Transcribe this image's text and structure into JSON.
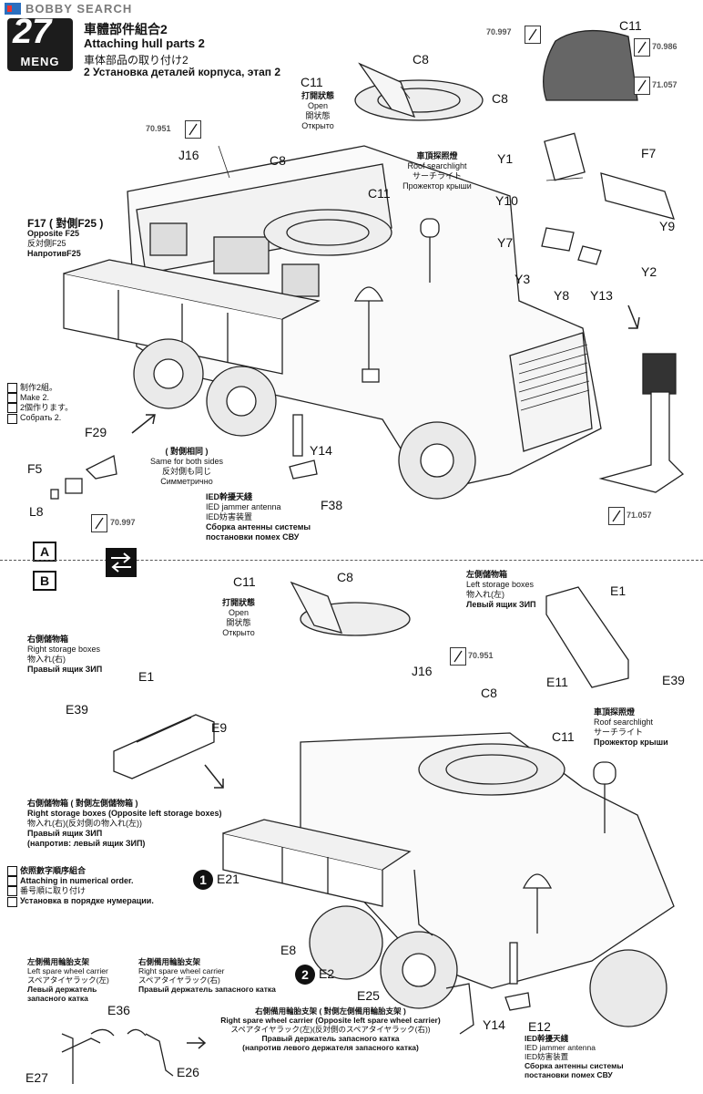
{
  "watermark": "BOBBY SEARCH",
  "header": {
    "step_number": "27",
    "brand": "MENG",
    "title_cn": "車體部件組合2",
    "title_en": "Attaching hull parts 2",
    "title_jp": "車体部品の取り付け2",
    "title_ru": "2 Установка деталей корпуса, этап 2"
  },
  "paint_codes": {
    "a": "70.997",
    "b": "70.986",
    "c": "71.057",
    "d": "70.951",
    "e": "70.997",
    "f": "71.057",
    "g": "70.951"
  },
  "section_a": {
    "open_cn": "打開狀態",
    "open_en": "Open",
    "open_jp": "開状態",
    "open_ru": "Открыто",
    "searchlight_cn": "車頂探照燈",
    "searchlight_en": "Roof searchlight",
    "searchlight_jp": "サーチライト",
    "searchlight_ru": "Прожектор крыши",
    "f17_opposite_cn": "F17 ( 對側F25 )",
    "f17_opposite_en": "Opposite F25",
    "f17_opposite_jp": "反対側F25",
    "f17_opposite_ru": "НапротивF25",
    "make2_cn": "制作2組。",
    "make2_en": "Make 2.",
    "make2_jp": "2個作ります。",
    "make2_ru": "Собрать 2.",
    "same_cn": "( 對側相同 )",
    "same_en": "Same for both sides",
    "same_jp": "反対側も同じ",
    "same_ru": "Симметрично",
    "ied_cn": "IED幹擾天綫",
    "ied_en": "IED jammer antenna",
    "ied_jp": "IED妨害装置",
    "ied_ru1": "Сборка антенны системы",
    "ied_ru2": "постановки помех СВУ",
    "labels": {
      "c8_top": "C8",
      "c11_top": "C11",
      "c11_right": "C11",
      "c8_right": "C8",
      "j16": "J16",
      "c8_mid": "C8",
      "c11_mid": "C11",
      "y1": "Y1",
      "y10": "Y10",
      "f7": "F7",
      "y9": "Y9",
      "y7": "Y7",
      "y2": "Y2",
      "y3": "Y3",
      "y8": "Y8",
      "y13": "Y13",
      "f29": "F29",
      "f5": "F5",
      "l8": "L8",
      "y14": "Y14",
      "f38": "F38"
    }
  },
  "section_b": {
    "open_cn": "打開狀態",
    "open_en": "Open",
    "open_jp": "開状態",
    "open_ru": "Открыто",
    "left_box_cn": "左側儲物箱",
    "left_box_en": "Left storage boxes",
    "left_box_jp": "物入れ(左)",
    "left_box_ru": "Левый ящик ЗИП",
    "right_box_cn": "右側儲物箱",
    "right_box_en": "Right storage boxes",
    "right_box_jp": "物入れ(右)",
    "right_box_ru": "Правый ящик ЗИП",
    "searchlight_cn": "車頂探照燈",
    "searchlight_en": "Roof searchlight",
    "searchlight_jp": "サーチライト",
    "searchlight_ru": "Прожектор крыши",
    "rb_opp_cn": "右側儲物箱 ( 對側左側儲物箱 )",
    "rb_opp_en": "Right storage boxes (Opposite left storage boxes)",
    "rb_opp_jp": "物入れ(右)(反対側の物入れ(左))",
    "rb_opp_ru1": "Правый ящик ЗИП",
    "rb_opp_ru2": "(напротив: левый ящик ЗИП)",
    "order_cn": "依照數字順序組合",
    "order_en": "Attaching in numerical order.",
    "order_jp": "番号順に取り付け",
    "order_ru": "Установка в порядке нумерации.",
    "lsw_cn": "左側備用輪胎支架",
    "lsw_en": "Left spare wheel carrier",
    "lsw_jp": "スペアタイヤラック(左)",
    "lsw_ru1": "Левый держатель",
    "lsw_ru2": "запасного катка",
    "rsw_cn": "右側備用輪胎支架",
    "rsw_en": "Right spare wheel carrier",
    "rsw_jp": "スペアタイヤラック(右)",
    "rsw_ru": "Правый держатель запасного катка",
    "rsw_opp_cn": "右側備用輪胎支架 ( 對側左側備用輪胎支架 )",
    "rsw_opp_en": "Right spare wheel carrier (Opposite left spare wheel carrier)",
    "rsw_opp_jp": "スペアタイヤラック(左)(反対側のスペアタイヤラック(右))",
    "rsw_opp_ru1": "Правый держатель запасного катка",
    "rsw_opp_ru2": "(напротив левого держателя запасного катка)",
    "ied_cn": "IED幹擾天綫",
    "ied_en": "IED jammer antenna",
    "ied_jp": "IED妨害装置",
    "ied_ru1": "Сборка антенны системы",
    "ied_ru2": "постановки помех СВУ",
    "labels": {
      "c11": "C11",
      "c8": "C8",
      "e1_left": "E1",
      "e39_left": "E39",
      "e9": "E9",
      "e1_right": "E1",
      "e11": "E11",
      "e39_right": "E39",
      "j16": "J16",
      "c8_mid": "C8",
      "c11_mid": "C11",
      "e21": "E21",
      "e8": "E8",
      "e2": "E2",
      "e25": "E25",
      "y14": "Y14",
      "e12": "E12",
      "e36": "E36",
      "e27": "E27",
      "e26": "E26",
      "step1": "1",
      "step2": "2"
    }
  },
  "section_markers": {
    "a": "A",
    "b": "B"
  }
}
